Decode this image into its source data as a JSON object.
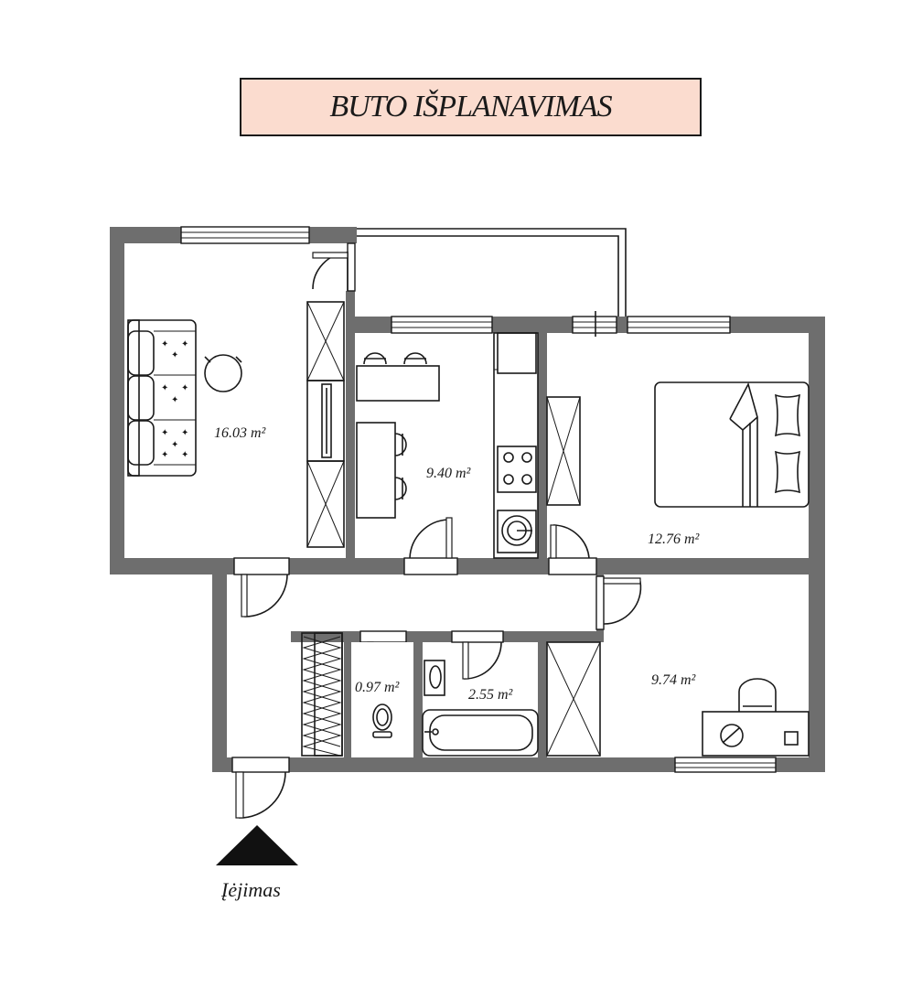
{
  "title": "BUTO IŠPLANAVIMAS",
  "rooms": [
    {
      "id": "living",
      "area": "16.03 m²"
    },
    {
      "id": "kitchen",
      "area": "9.40 m²"
    },
    {
      "id": "bedroom",
      "area": "12.76 m²"
    },
    {
      "id": "wc",
      "area": "0.97 m²"
    },
    {
      "id": "bathroom",
      "area": "2.55 m²"
    },
    {
      "id": "room",
      "area": "9.74 m²"
    }
  ],
  "entrance_label": "Įėjimas",
  "colors": {
    "wall": "#6e6e6e",
    "title_bg": "#fbdccf",
    "line": "#1a1a1a"
  }
}
